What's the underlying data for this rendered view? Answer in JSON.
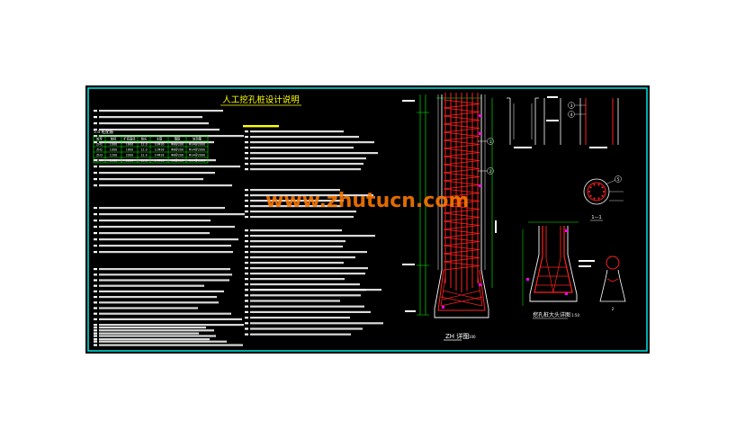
{
  "sheet": {
    "title": "人工挖孔桩设计说明",
    "watermark": "www.zhutucn.com"
  },
  "views": {
    "pile_elevation": "ZH 详图",
    "pile_elevation_scale": "1:100",
    "expanded_base": "挖孔桩大头详图",
    "expanded_base_scale": "1:50",
    "section_1": "1—1",
    "section_2": "2"
  },
  "table": {
    "label": "5.4 桩配筋",
    "headers": [
      "桩号",
      "桩径",
      "扩底直径",
      "桩长",
      "主筋",
      "箍筋",
      "加劲箍"
    ],
    "rows": [
      [
        "ZH1",
        "1000",
        "1600",
        "12.0",
        "10Φ16",
        "Φ8@200",
        "Φ14@2000"
      ],
      [
        "ZH2",
        "1000",
        "1800",
        "12.0",
        "12Φ16",
        "Φ8@200",
        "Φ14@2000"
      ],
      [
        "ZH3",
        "1200",
        "2000",
        "12.0",
        "14Φ18",
        "Φ8@200",
        "Φ14@2000"
      ],
      [
        "ZH4",
        "1200",
        "2200",
        "12.0",
        "14Φ18",
        "Φ8@200",
        "Φ14@2000"
      ]
    ]
  },
  "callouts": [
    "1",
    "2",
    "3",
    "4",
    "5"
  ],
  "colors": {
    "frame": "#00e5e5",
    "background": "#000000",
    "rebar": "#ff2020",
    "outline": "#ffffff",
    "dimension": "#00ff00",
    "text": "#ffffff",
    "heading": "#ffff00",
    "watermark": "#ff7a00",
    "marker": "#ff00ff"
  }
}
